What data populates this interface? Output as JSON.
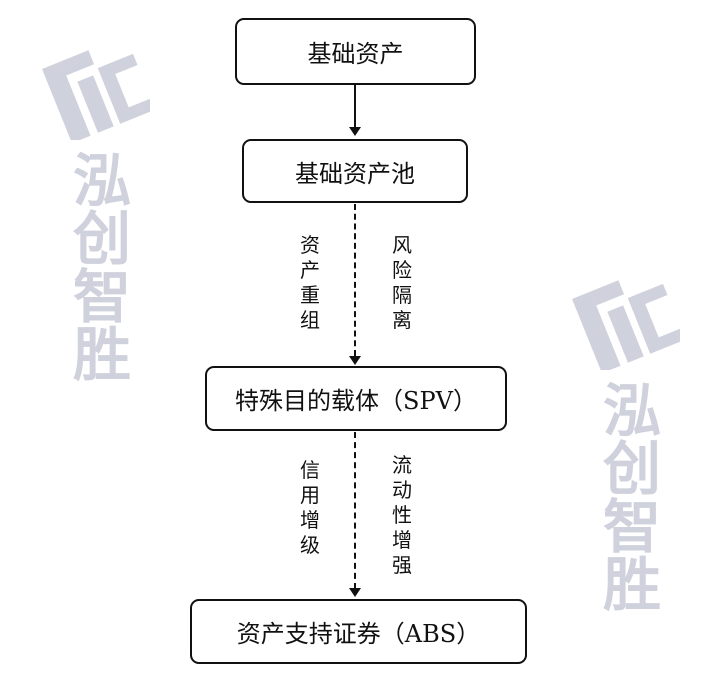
{
  "watermark": {
    "text": "泓创智胜",
    "color": "#c8cad6"
  },
  "nodes": [
    {
      "label": "基础资产"
    },
    {
      "label": "基础资产池"
    },
    {
      "label": "特殊目的载体（SPV）"
    },
    {
      "label": "资产支持证券（ABS）"
    }
  ],
  "edges": [
    {
      "from": "基础资产",
      "to": "基础资产池",
      "style": "solid"
    },
    {
      "from": "基础资产池",
      "to": "特殊目的载体（SPV）",
      "style": "dashed",
      "left_label": "资产重组",
      "right_label": "风险隔离"
    },
    {
      "from": "特殊目的载体（SPV）",
      "to": "资产支持证券（ABS）",
      "style": "dashed",
      "left_label": "信用增级",
      "right_label": "流动性增强"
    }
  ]
}
